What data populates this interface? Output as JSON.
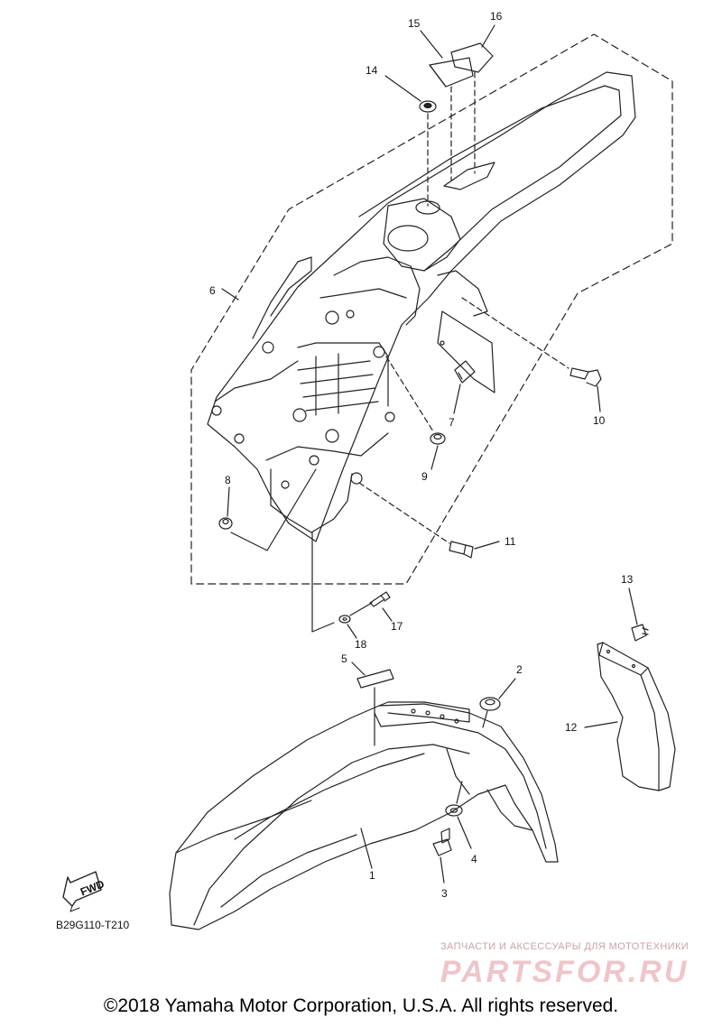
{
  "callouts": {
    "c1": "1",
    "c2": "2",
    "c3": "3",
    "c4": "4",
    "c5": "5",
    "c6": "6",
    "c7": "7",
    "c8": "8",
    "c9": "9",
    "c10": "10",
    "c11": "11",
    "c12": "12",
    "c13": "13",
    "c14": "14",
    "c15": "15",
    "c16": "16",
    "c17": "17",
    "c18": "18"
  },
  "fwd_label": "FWD",
  "figure_code": "B29G110-T210",
  "watermark": {
    "tagline": "ЗАПЧАСТИ И АКСЕССУАРЫ ДЛЯ МОТОТЕХНИКИ",
    "logo": "PARTSFOR.RU"
  },
  "copyright": "©2018 Yamaha Motor Corporation, U.S.A. All rights reserved.",
  "colors": {
    "line": "#222222",
    "watermark": "#efc5ca"
  }
}
